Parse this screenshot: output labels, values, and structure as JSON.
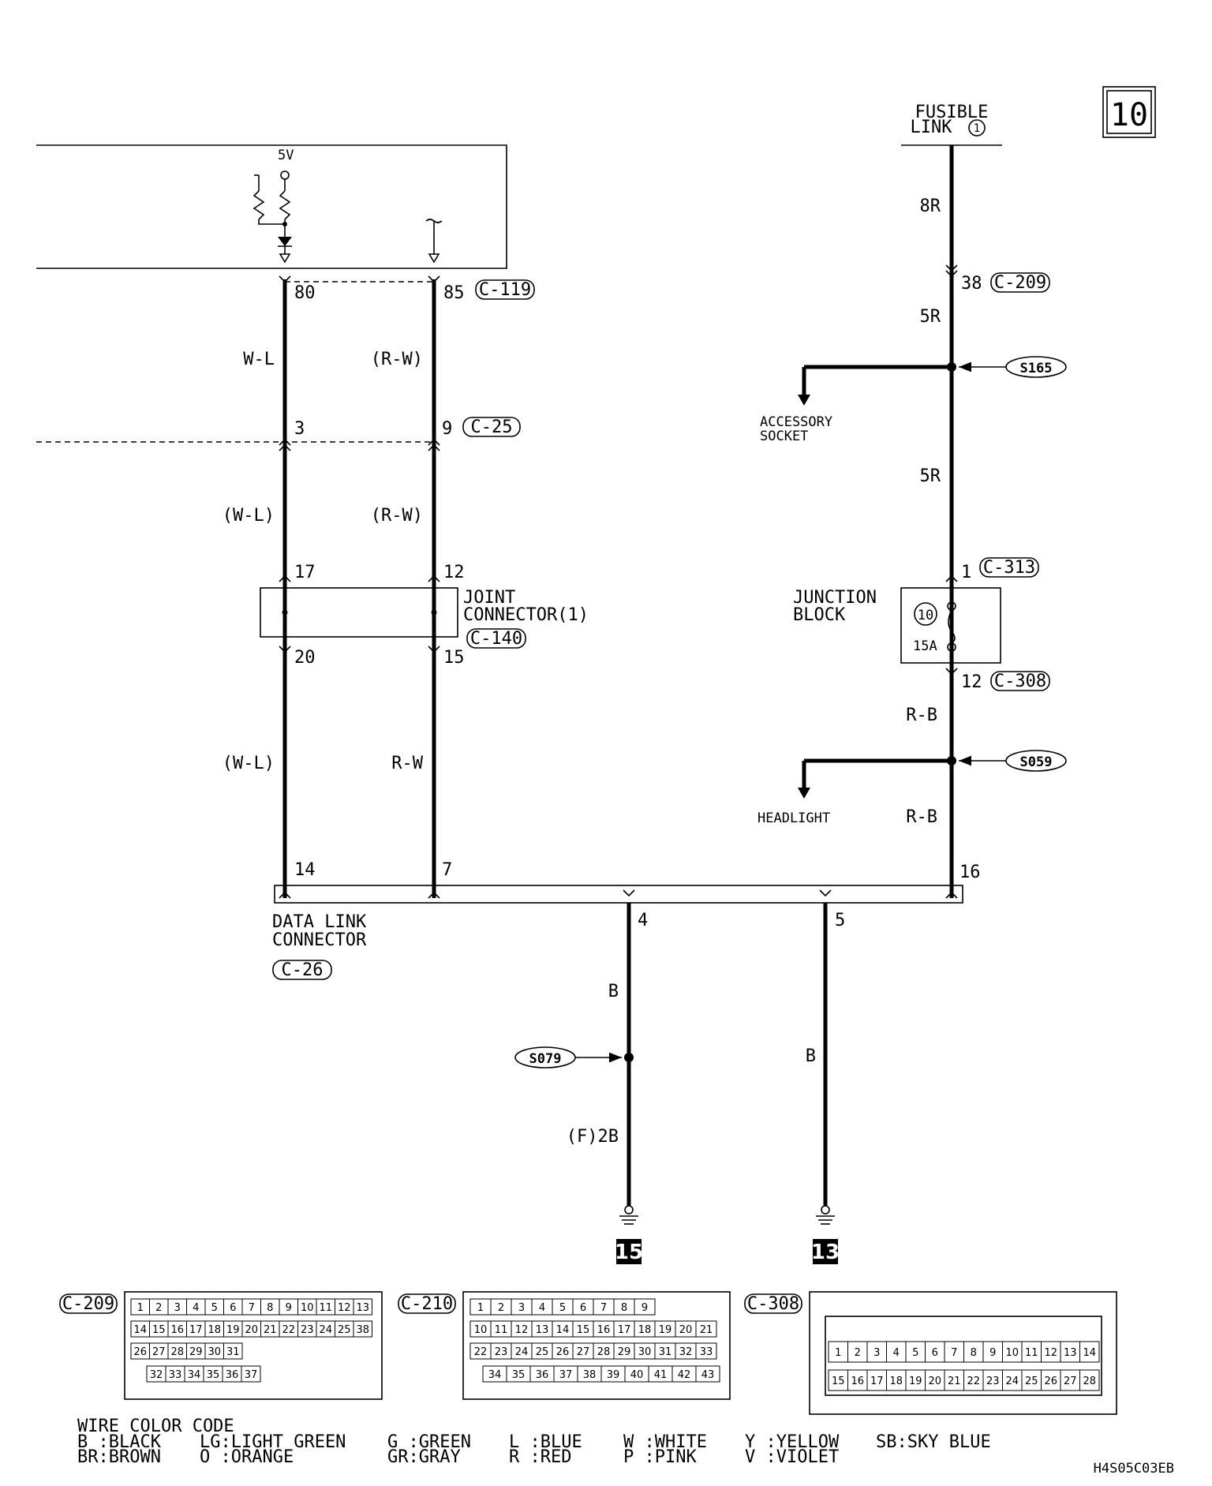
{
  "page_number": "10",
  "fusible_link": {
    "line1": "FUSIBLE",
    "line2": "LINK",
    "num": "1"
  },
  "ecu": {
    "voltage": "5V"
  },
  "wires": {
    "w1": "W-L",
    "w2": "(R-W)",
    "w3": "(W-L)",
    "w4": "(R-W)",
    "w5": "(W-L)",
    "w6": "R-W",
    "r1": "8R",
    "r2": "5R",
    "r3": "5R",
    "r4": "R-B",
    "r5": "R-B",
    "b1": "B",
    "b2": "(F)2B",
    "b3": "B"
  },
  "pins": {
    "p80": "80",
    "p85": "85",
    "p3": "3",
    "p9": "9",
    "p17": "17",
    "p12a": "12",
    "p20": "20",
    "p15": "15",
    "p14": "14",
    "p7": "7",
    "p38": "38",
    "p1": "1",
    "p12b": "12",
    "p16": "16",
    "p4": "4",
    "p5": "5"
  },
  "connectors": {
    "c119": "C-119",
    "c25": "C-25",
    "c140": "C-140",
    "c209": "C-209",
    "c313": "C-313",
    "c308": "C-308",
    "c26": "C-26",
    "c210": "C-210"
  },
  "splices": {
    "s165": "S165",
    "s059": "S059",
    "s079": "S079"
  },
  "components": {
    "joint_connector": {
      "line1": "JOINT",
      "line2": "CONNECTOR(1)"
    },
    "junction_block": {
      "line1": "JUNCTION",
      "line2": "BLOCK",
      "fuse_num": "10",
      "fuse_rating": "15A"
    },
    "data_link": {
      "line1": "DATA LINK",
      "line2": "CONNECTOR"
    },
    "accessory": {
      "line1": "ACCESSORY",
      "line2": "SOCKET"
    },
    "headlight": "HEADLIGHT"
  },
  "grounds": {
    "g15": "15",
    "g13": "13"
  },
  "wire_color_code": {
    "title": "WIRE COLOR CODE",
    "row1": [
      "B :BLACK",
      "LG:LIGHT GREEN",
      "G :GREEN",
      "L :BLUE",
      "W :WHITE",
      "Y :YELLOW",
      "SB:SKY BLUE"
    ],
    "row2": [
      "BR:BROWN",
      "O :ORANGE",
      "GR:GRAY",
      "R :RED",
      "P :PINK",
      "V :VIOLET"
    ]
  },
  "footer_code": "H4S05C03EB",
  "c209_pins": {
    "r1": [
      "1",
      "2",
      "3",
      "4",
      "5",
      "6",
      "7",
      "8",
      "9",
      "10",
      "11",
      "12",
      "13"
    ],
    "r2": [
      "14",
      "15",
      "16",
      "17",
      "18",
      "19",
      "20",
      "21",
      "22",
      "23",
      "24",
      "25",
      "38"
    ],
    "r3": [
      "26",
      "27",
      "28",
      "29",
      "30",
      "31"
    ],
    "r4": [
      "32",
      "33",
      "34",
      "35",
      "36",
      "37"
    ]
  },
  "c210_pins": {
    "r1": [
      "1",
      "2",
      "3",
      "4",
      "5",
      "6",
      "7",
      "8",
      "9"
    ],
    "r2": [
      "10",
      "11",
      "12",
      "13",
      "14",
      "15",
      "16",
      "17",
      "18",
      "19",
      "20",
      "21"
    ],
    "r3": [
      "22",
      "23",
      "24",
      "25",
      "26",
      "27",
      "28",
      "29",
      "30",
      "31",
      "32",
      "33"
    ],
    "r4": [
      "34",
      "35",
      "36",
      "37",
      "38",
      "39",
      "40",
      "41",
      "42",
      "43"
    ]
  },
  "c308_pins": {
    "r1": [
      "1",
      "2",
      "3",
      "4",
      "5",
      "6",
      "7",
      "8",
      "9",
      "10",
      "11",
      "12",
      "13",
      "14"
    ],
    "r2": [
      "15",
      "16",
      "17",
      "18",
      "19",
      "20",
      "21",
      "22",
      "23",
      "24",
      "25",
      "26",
      "27",
      "28"
    ]
  }
}
